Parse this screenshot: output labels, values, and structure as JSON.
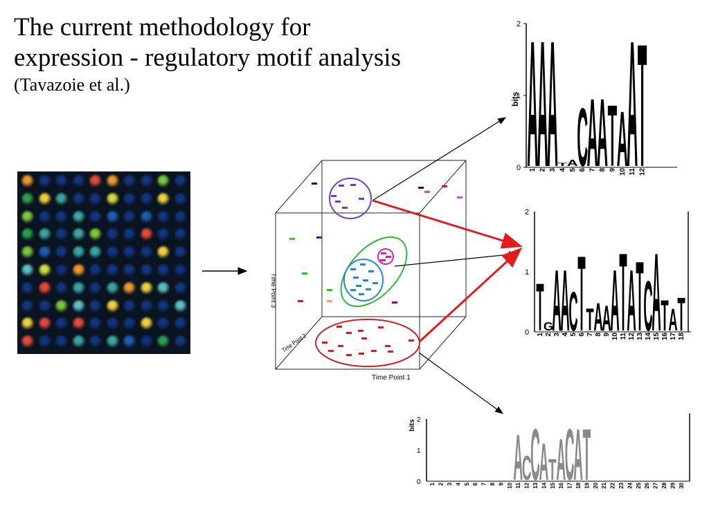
{
  "title": {
    "line1": "The current methodology for",
    "line2": "expression - regulatory motif analysis",
    "citation": "(Tavazoie et al.)"
  },
  "cube": {
    "axis_x": "Time Point 1",
    "axis_y": "Time Point 3",
    "axis_z": "Time Point 2"
  },
  "logos": {
    "top": {
      "ylabel": "bits",
      "yticks": [
        "0",
        "1",
        "2"
      ],
      "letters": [
        "A",
        "A",
        "A",
        "T",
        "A",
        "C",
        "A",
        "A",
        "T",
        "A",
        "A",
        "T"
      ],
      "positions": [
        "1",
        "2",
        "3",
        "4",
        "5",
        "6",
        "7",
        "8",
        "9",
        "10",
        "11",
        "12"
      ]
    },
    "middle": {
      "ylabel": "",
      "yticks": [
        "0",
        "1",
        "2"
      ],
      "letters": [
        "T",
        "G",
        "A",
        "A",
        "C",
        "T",
        "T",
        "A",
        "A",
        "A",
        "T",
        "A",
        "T",
        "C",
        "A",
        "T",
        "A",
        "T"
      ],
      "positions": [
        "1",
        "2",
        "3",
        "4",
        "5",
        "6",
        "7",
        "8",
        "9",
        "10",
        "11",
        "12",
        "13",
        "14",
        "15",
        "16",
        "17",
        "18"
      ]
    },
    "bottom": {
      "ylabel": "bits",
      "yticks": [
        "0",
        "1",
        "2"
      ],
      "letters": [
        "A",
        "C",
        "C",
        "A",
        "T",
        "A",
        "C",
        "A",
        "T"
      ],
      "positions": [
        "1",
        "2",
        "3",
        "4",
        "5",
        "6",
        "7",
        "8",
        "9",
        "10",
        "11",
        "12",
        "13",
        "14",
        "15",
        "16",
        "17",
        "18",
        "19",
        "20",
        "21",
        "22",
        "23",
        "24",
        "25",
        "26",
        "27",
        "28",
        "29",
        "30"
      ]
    }
  },
  "colors": {
    "cluster_purple": "#6a3fd0",
    "cluster_green": "#2fb82f",
    "cluster_blue": "#1e88d8",
    "cluster_magenta": "#e01ab0",
    "cluster_red": "#d81c1c",
    "arrow_red": "#e21b1b"
  }
}
